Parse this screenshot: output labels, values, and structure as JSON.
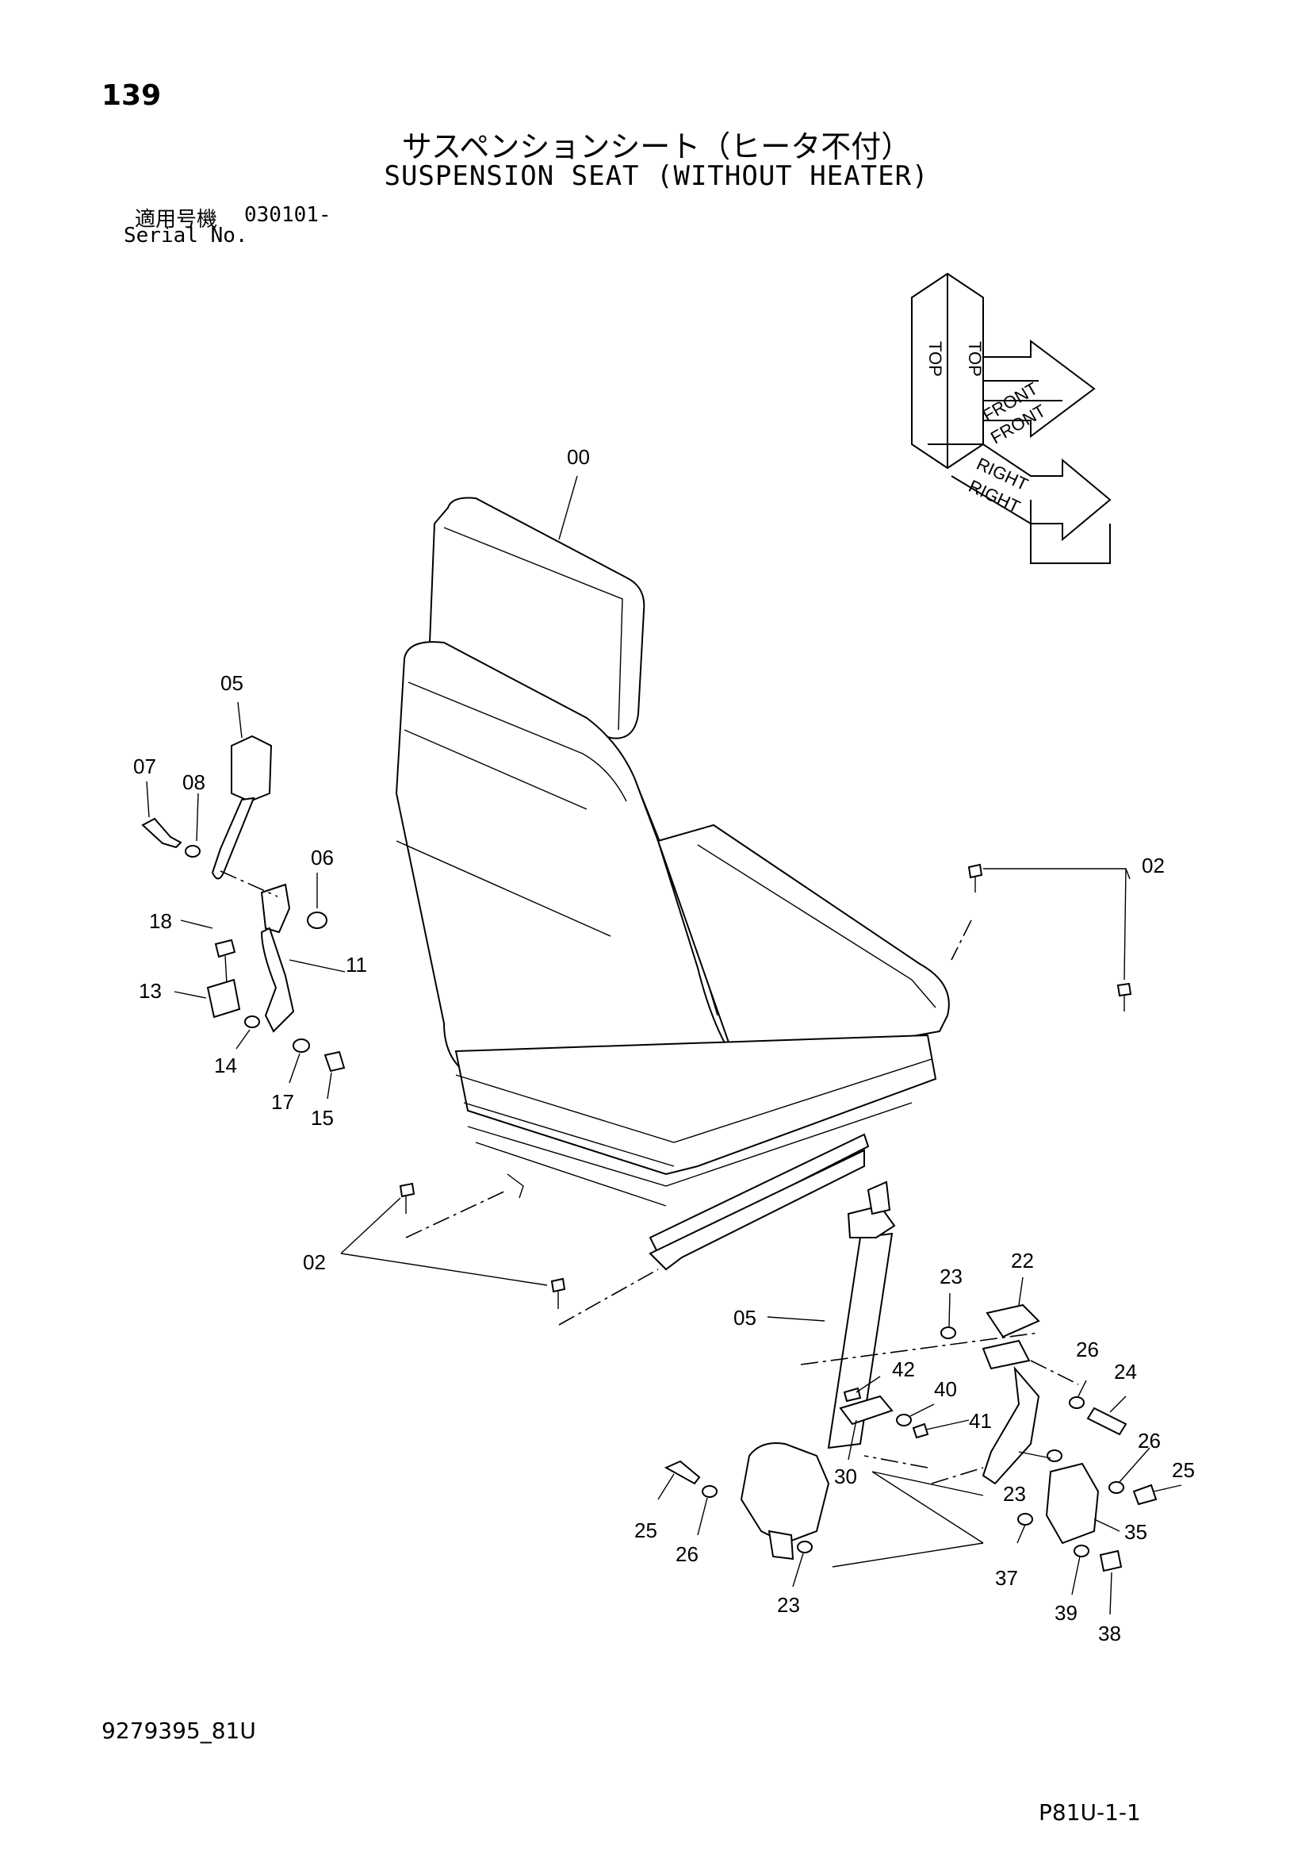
{
  "header": {
    "page_number": "139",
    "title_ja": "サスペンションシート（ヒータ不付）",
    "title_en": "SUSPENSION SEAT (WITHOUT HEATER)",
    "serial_label_ja": "適用号機",
    "serial_range": "030101-",
    "serial_label_en": "Serial No."
  },
  "orientation": {
    "top": "TOP",
    "front": "FRONT",
    "right": "RIGHT"
  },
  "callouts": {
    "c00": "00",
    "c02a": "02",
    "c02b": "02",
    "c05a": "05",
    "c05b": "05",
    "c06": "06",
    "c07": "07",
    "c08": "08",
    "c11": "11",
    "c13": "13",
    "c14": "14",
    "c15": "15",
    "c17": "17",
    "c18": "18",
    "c22": "22",
    "c23a": "23",
    "c23b": "23",
    "c23c": "23",
    "c24": "24",
    "c25a": "25",
    "c25b": "25",
    "c26a": "26",
    "c26b": "26",
    "c26c": "26",
    "c30": "30",
    "c35": "35",
    "c37": "37",
    "c38": "38",
    "c39": "39",
    "c40": "40",
    "c41": "41",
    "c42": "42"
  },
  "footer": {
    "doc_code": "9279395_81U",
    "page_ref": "P81U-1-1"
  }
}
